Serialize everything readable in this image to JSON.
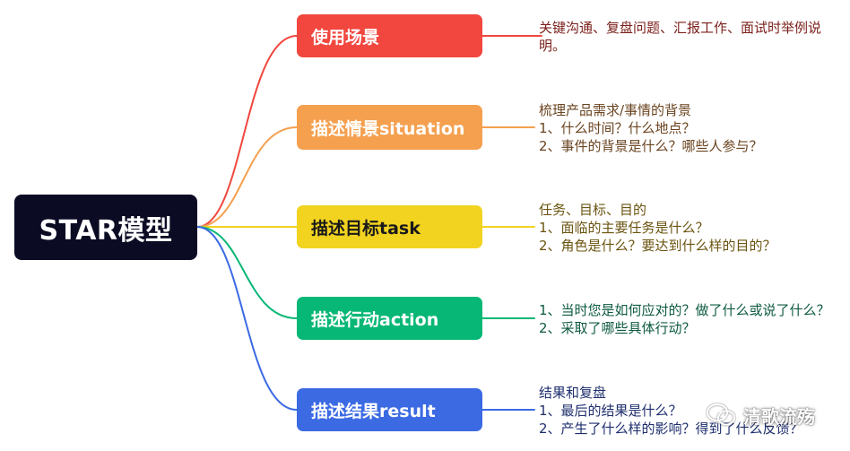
{
  "root": {
    "label": "STAR模型",
    "bg": "#0b0c24"
  },
  "branches": [
    {
      "label": "使用场景",
      "color": "#f1473e",
      "note": [
        "关键沟通、复盘问题、汇报工作、面试时举例说",
        "明。"
      ],
      "note_color": "#7a1f1a"
    },
    {
      "label": "描述情景situation",
      "color": "#f4a04f",
      "note": [
        "梳理产品需求/事情的背景",
        "1、什么时间？什么地点？",
        "2、事件的背景是什么？哪些人参与？"
      ],
      "note_color": "#6b4420"
    },
    {
      "label": "描述目标task",
      "color": "#f1d320",
      "note": [
        "任务、目标、目的",
        "1、面临的主要任务是什么？",
        "2、角色是什么？要达到什么样的目的？"
      ],
      "note_color": "#6b5410"
    },
    {
      "label": "描述行动action",
      "color": "#07b775",
      "note": [
        "1、当时您是如何应对的？做了什么或说了什么？",
        "2、采取了哪些具体行动？"
      ],
      "note_color": "#0d5a40"
    },
    {
      "label": "描述结果result",
      "color": "#3b6ae3",
      "note": [
        "结果和复盘",
        "1、最后的结果是什么？",
        "2、产生了什么样的影响？得到了什么反馈？"
      ],
      "note_color": "#1f2f6e"
    }
  ],
  "watermark": {
    "text": "清歌流殇",
    "icon": "wechat-logo-icon"
  }
}
